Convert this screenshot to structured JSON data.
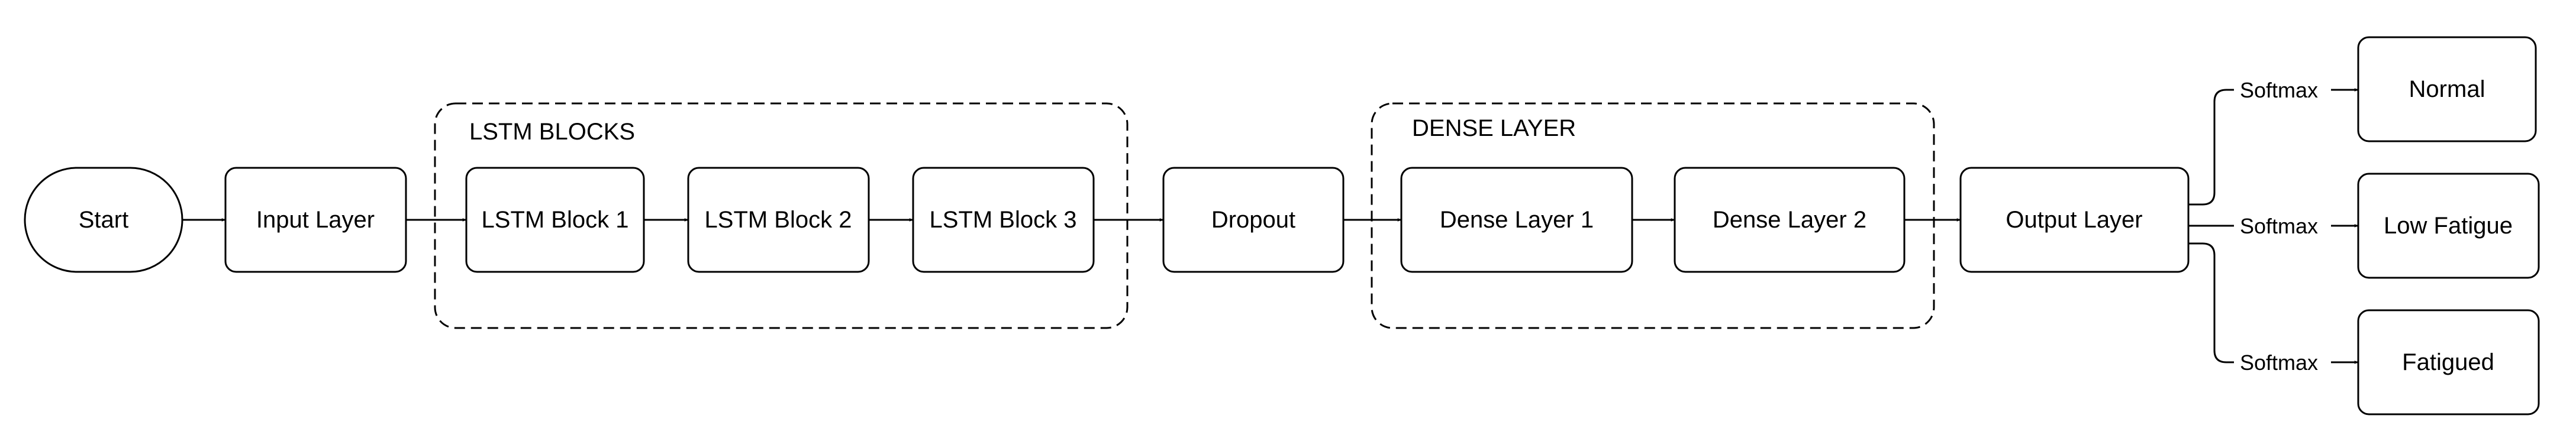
{
  "groups": {
    "lstm": {
      "label": "LSTM BLOCKS"
    },
    "dense": {
      "label": "DENSE LAYER"
    }
  },
  "nodes": {
    "start": "Start",
    "input": "Input Layer",
    "lstm1": "LSTM Block 1",
    "lstm2": "LSTM Block 2",
    "lstm3": "LSTM Block 3",
    "dropout": "Dropout",
    "dense1": "Dense Layer 1",
    "dense2": "Dense Layer 2",
    "output": "Output Layer",
    "normal": "Normal",
    "low_fatigue": "Low Fatigue",
    "fatigued": "Fatigued"
  },
  "edge_labels": {
    "to_normal": "Softmax",
    "to_low_fatigue": "Softmax",
    "to_fatigued": "Softmax"
  }
}
